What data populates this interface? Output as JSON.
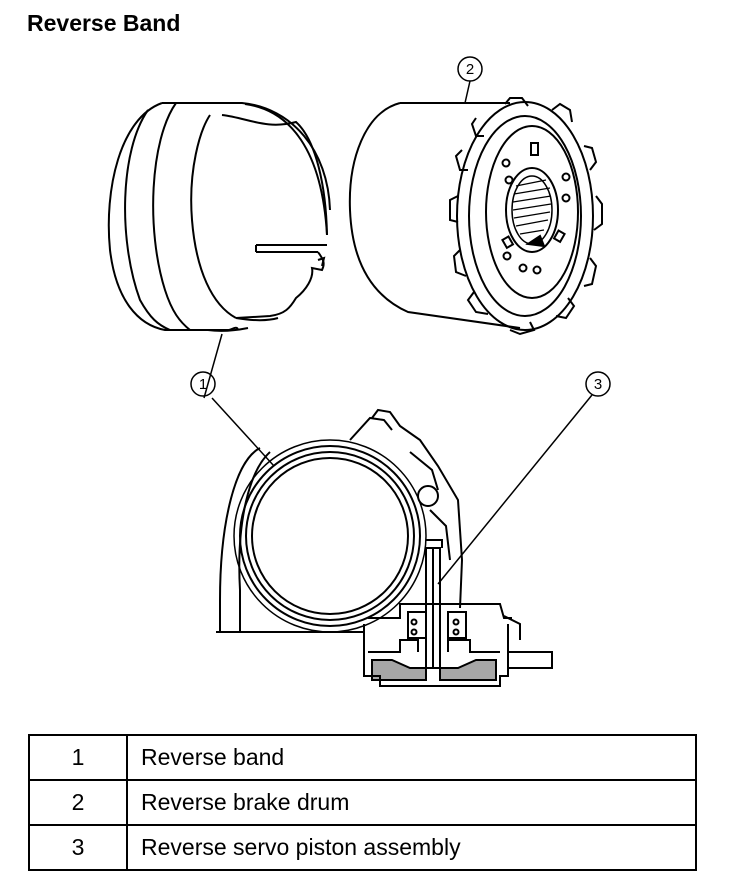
{
  "page": {
    "title": "Reverse Band"
  },
  "callouts": [
    {
      "number": "1"
    },
    {
      "number": "2"
    },
    {
      "number": "3"
    }
  ],
  "legend": [
    {
      "number": "1",
      "label": "Reverse band"
    },
    {
      "number": "2",
      "label": "Reverse brake drum"
    },
    {
      "number": "3",
      "label": "Reverse servo piston assembly"
    }
  ]
}
